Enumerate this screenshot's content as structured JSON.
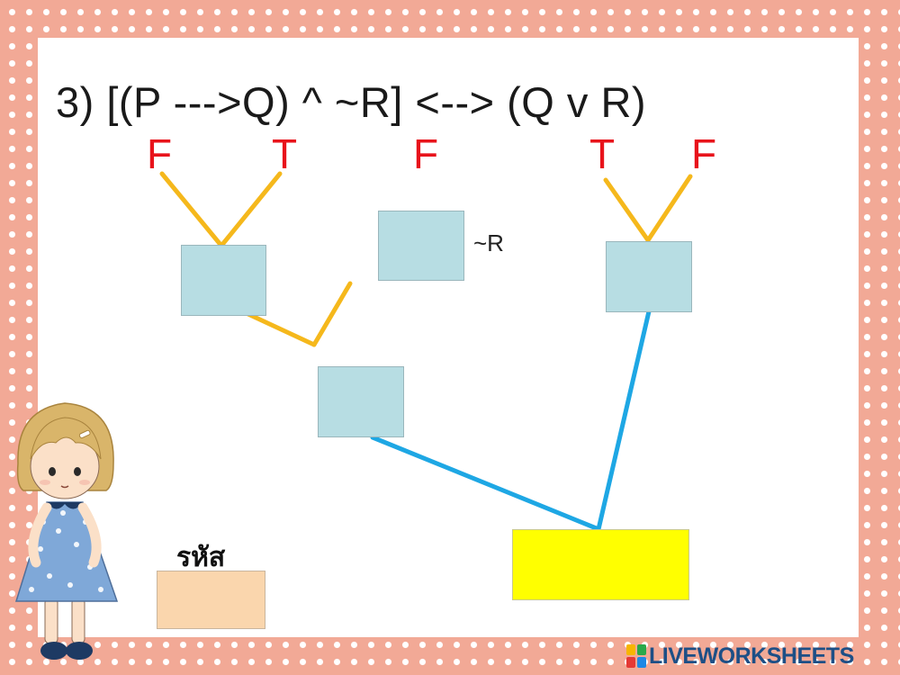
{
  "problem": {
    "statement": "3) [(P --->Q) ^ ~R] <--> (Q v R)",
    "values": {
      "p": "F",
      "q_left": "T",
      "r_left": "F",
      "q_right": "T",
      "r_right": "F"
    },
    "not_r_label": "~R"
  },
  "code_section": {
    "label": "รหัส"
  },
  "brand": {
    "name": "LIVEWORKSHEETS"
  },
  "colors": {
    "value_red": "#e8131b",
    "answer_box": "#b7dde3",
    "result_box": "#ffff00",
    "code_box": "#fad6ad",
    "connector_orange": "#f5b81c",
    "connector_blue": "#1ea7e4",
    "background_pink": "#f2a996"
  }
}
